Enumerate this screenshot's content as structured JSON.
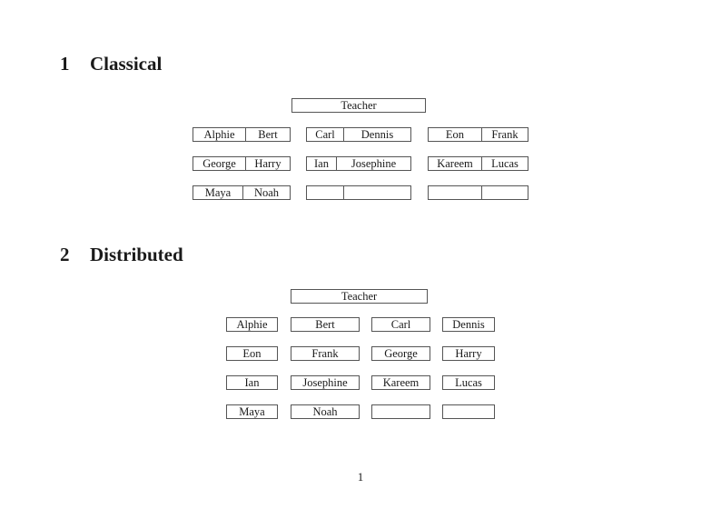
{
  "page": {
    "number": "1"
  },
  "colors": {
    "text": "#1a1a1a",
    "rule": "#555555",
    "background": "#ffffff"
  },
  "sections": [
    {
      "heading_number": "1",
      "heading_title": "Classical",
      "teacher_label": "Teacher",
      "rows": [
        [
          [
            "Alphie",
            "Bert"
          ],
          [
            "Carl",
            "Dennis"
          ],
          [
            "Eon",
            "Frank"
          ]
        ],
        [
          [
            "George",
            "Harry"
          ],
          [
            "Ian",
            "Josephine"
          ],
          [
            "Kareem",
            "Lucas"
          ]
        ],
        [
          [
            "Maya",
            "Noah"
          ],
          [
            "",
            ""
          ],
          [
            "",
            ""
          ]
        ]
      ]
    },
    {
      "heading_number": "2",
      "heading_title": "Distributed",
      "teacher_label": "Teacher",
      "rows": [
        [
          "Alphie",
          "Bert",
          "Carl",
          "Dennis"
        ],
        [
          "Eon",
          "Frank",
          "George",
          "Harry"
        ],
        [
          "Ian",
          "Josephine",
          "Kareem",
          "Lucas"
        ],
        [
          "Maya",
          "Noah",
          "",
          ""
        ]
      ]
    }
  ]
}
